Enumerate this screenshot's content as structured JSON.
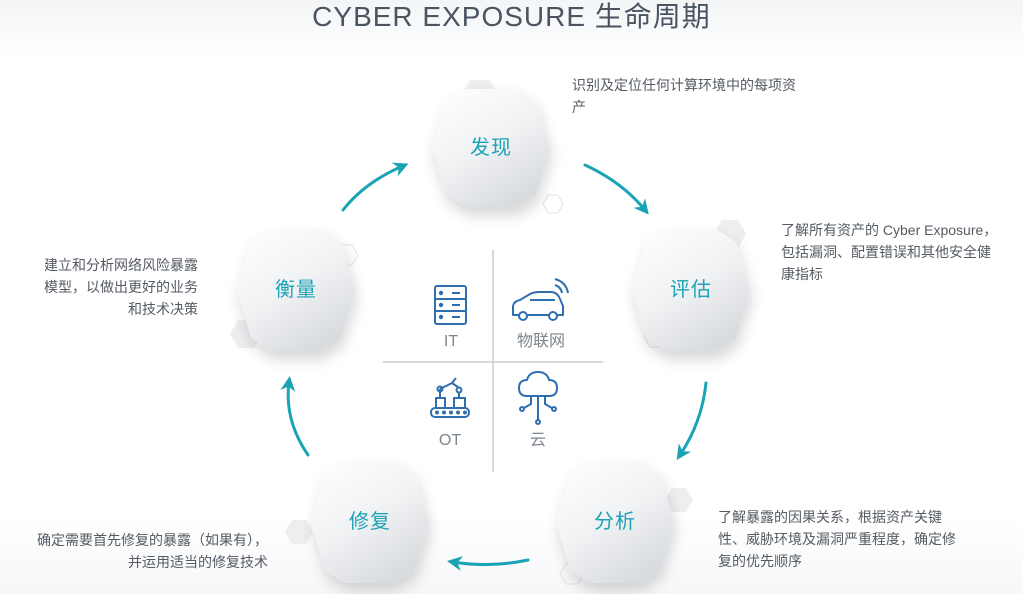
{
  "title": "CYBER EXPOSURE 生命周期",
  "stages": [
    {
      "key": "discover",
      "label": "发现",
      "description": [
        "识别及定位任何计算环境中的每项资",
        "产"
      ]
    },
    {
      "key": "assess",
      "label": "评估",
      "description": [
        "了解所有资产的 Cyber Exposure，",
        "包括漏洞、配置错误和其他安全健",
        "康指标"
      ]
    },
    {
      "key": "analyze",
      "label": "分析",
      "description": [
        "了解暴露的因果关系，根据资产关键",
        "性、威胁环境及漏洞严重程度，确定修",
        "复的优先顺序"
      ]
    },
    {
      "key": "fix",
      "label": "修复",
      "description": [
        "确定需要首先修复的暴露（如果有），",
        "并运用适当的修复技术"
      ]
    },
    {
      "key": "measure",
      "label": "衡量",
      "description": [
        "建立和分析网络风险暴露",
        "模型，以做出更好的业务",
        "和技术决策"
      ]
    }
  ],
  "center": {
    "quadrants": [
      {
        "label": "IT",
        "icon": "server-icon"
      },
      {
        "label": "物联网",
        "icon": "connected-car-icon"
      },
      {
        "label": "OT",
        "icon": "robot-arm-icon"
      },
      {
        "label": "云",
        "icon": "cloud-network-icon"
      }
    ]
  },
  "colors": {
    "accent": "#1aa3b5",
    "icon": "#2f6fb0",
    "arrow": "#1aa3b5",
    "text": "#555b63",
    "divider": "#c9ced3"
  }
}
